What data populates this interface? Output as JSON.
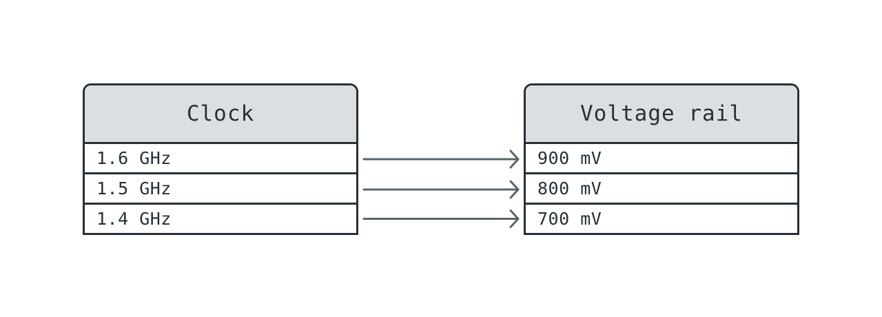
{
  "left_table": {
    "title": "Clock",
    "rows": [
      "1.6 GHz",
      "1.5 GHz",
      "1.4 GHz"
    ]
  },
  "right_table": {
    "title": "Voltage rail",
    "rows": [
      "900 mV",
      "800 mV",
      "700 mV"
    ]
  },
  "colors": {
    "border": "#263036",
    "header_fill": "#dcdfe2",
    "arrow": "#5a6468"
  },
  "mappings": [
    {
      "from": 0,
      "to": 0
    },
    {
      "from": 1,
      "to": 1
    },
    {
      "from": 2,
      "to": 2
    }
  ]
}
